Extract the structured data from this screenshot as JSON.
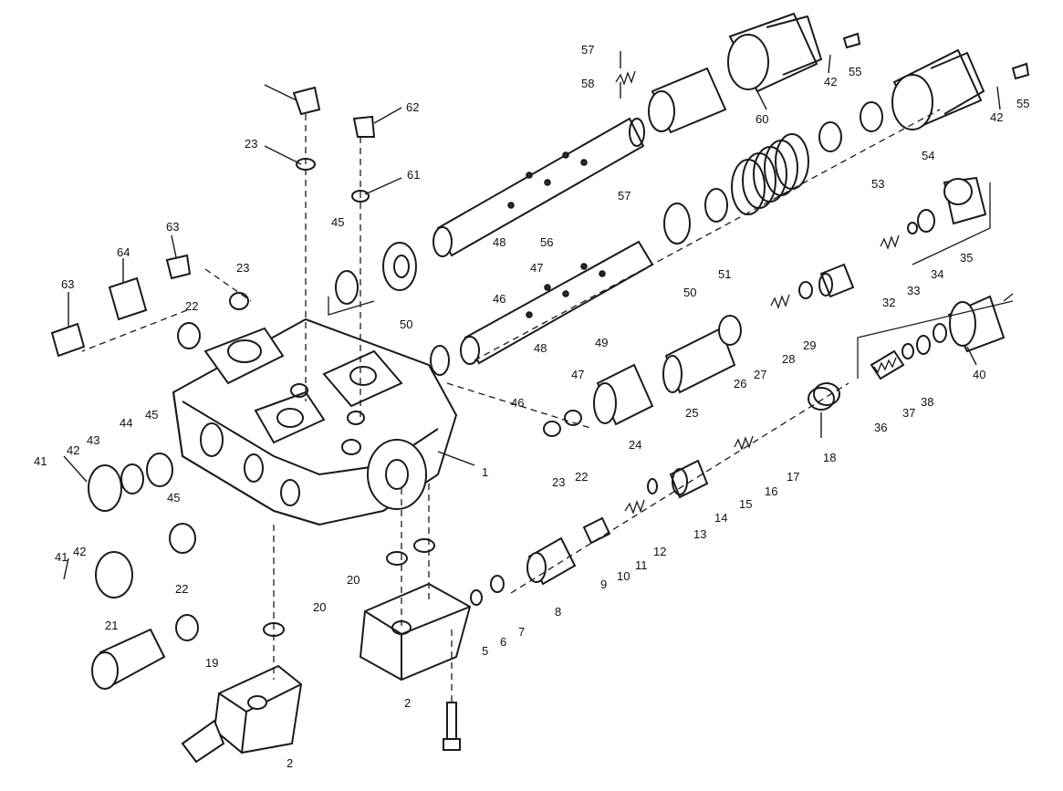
{
  "figure": "exploded-parts-diagram",
  "labels": [
    {
      "text": "1"
    },
    {
      "text": "2"
    },
    {
      "text": "2"
    },
    {
      "text": "5"
    },
    {
      "text": "6"
    },
    {
      "text": "7"
    },
    {
      "text": "8"
    },
    {
      "text": "9"
    },
    {
      "text": "10"
    },
    {
      "text": "11"
    },
    {
      "text": "12"
    },
    {
      "text": "13"
    },
    {
      "text": "14"
    },
    {
      "text": "15"
    },
    {
      "text": "16"
    },
    {
      "text": "17"
    },
    {
      "text": "18"
    },
    {
      "text": "19"
    },
    {
      "text": "20"
    },
    {
      "text": "20"
    },
    {
      "text": "21"
    },
    {
      "text": "22"
    },
    {
      "text": "22"
    },
    {
      "text": "22"
    },
    {
      "text": "23"
    },
    {
      "text": "23"
    },
    {
      "text": "23"
    },
    {
      "text": "24"
    },
    {
      "text": "25"
    },
    {
      "text": "26"
    },
    {
      "text": "27"
    },
    {
      "text": "28"
    },
    {
      "text": "29"
    },
    {
      "text": "32"
    },
    {
      "text": "33"
    },
    {
      "text": "34"
    },
    {
      "text": "35"
    },
    {
      "text": "36"
    },
    {
      "text": "37"
    },
    {
      "text": "38"
    },
    {
      "text": "40"
    },
    {
      "text": "41"
    },
    {
      "text": "41"
    },
    {
      "text": "42"
    },
    {
      "text": "42"
    },
    {
      "text": "42"
    },
    {
      "text": "42"
    },
    {
      "text": "43"
    },
    {
      "text": "44"
    },
    {
      "text": "45"
    },
    {
      "text": "45"
    },
    {
      "text": "45"
    },
    {
      "text": "46"
    },
    {
      "text": "46"
    },
    {
      "text": "47"
    },
    {
      "text": "47"
    },
    {
      "text": "48"
    },
    {
      "text": "48"
    },
    {
      "text": "49"
    },
    {
      "text": "50"
    },
    {
      "text": "50"
    },
    {
      "text": "51"
    },
    {
      "text": "53"
    },
    {
      "text": "54"
    },
    {
      "text": "55"
    },
    {
      "text": "55"
    },
    {
      "text": "56"
    },
    {
      "text": "57"
    },
    {
      "text": "57"
    },
    {
      "text": "58"
    },
    {
      "text": "60"
    },
    {
      "text": "61"
    },
    {
      "text": "62"
    },
    {
      "text": "63"
    },
    {
      "text": "63"
    },
    {
      "text": "64"
    }
  ]
}
